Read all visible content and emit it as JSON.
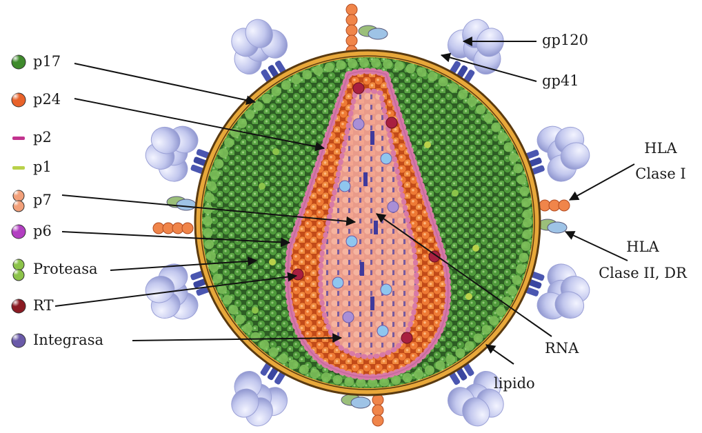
{
  "legend": [
    {
      "key": "p17",
      "label": "p17",
      "icon": "green-bead-icon",
      "color": "#3f8a2c"
    },
    {
      "key": "p24",
      "label": "p24",
      "icon": "orange-bead-icon",
      "color": "#e8622a"
    },
    {
      "key": "p2",
      "label": "p2",
      "icon": "magenta-dash-icon",
      "color": "#c2338f"
    },
    {
      "key": "p1",
      "label": "p1",
      "icon": "yellow-green-dash-icon",
      "color": "#b9d14a"
    },
    {
      "key": "p7",
      "label": "p7",
      "icon": "salmon-double-bead-icon",
      "color": "#f2a07a"
    },
    {
      "key": "p6",
      "label": "p6",
      "icon": "purple-bead-icon",
      "color": "#b23fc1"
    },
    {
      "key": "proteasa",
      "label": "Proteasa",
      "icon": "light-green-double-bead-icon",
      "color": "#8cc34a"
    },
    {
      "key": "rt",
      "label": "RT",
      "icon": "dark-red-bead-icon",
      "color": "#8a1a22"
    },
    {
      "key": "integrasa",
      "label": "Integrasa",
      "icon": "violet-bead-icon",
      "color": "#6a5aa8"
    }
  ],
  "callouts": {
    "gp120": "gp120",
    "gp41": "gp41",
    "hla1_line1": "HLA",
    "hla1_line2": "Clase I",
    "hla2_line1": "HLA",
    "hla2_line2": "Clase II, DR",
    "rna": "RNA",
    "lipido": "lipido"
  },
  "colors": {
    "envelope": "#e8a83a",
    "envelope_edge": "#5a3a10",
    "matrix": "#2f6a2a",
    "capsid": "#e8742f",
    "capsid_edge": "#d87aa6",
    "knob": "#c9cdf0",
    "stalk": "#4a56b0"
  }
}
